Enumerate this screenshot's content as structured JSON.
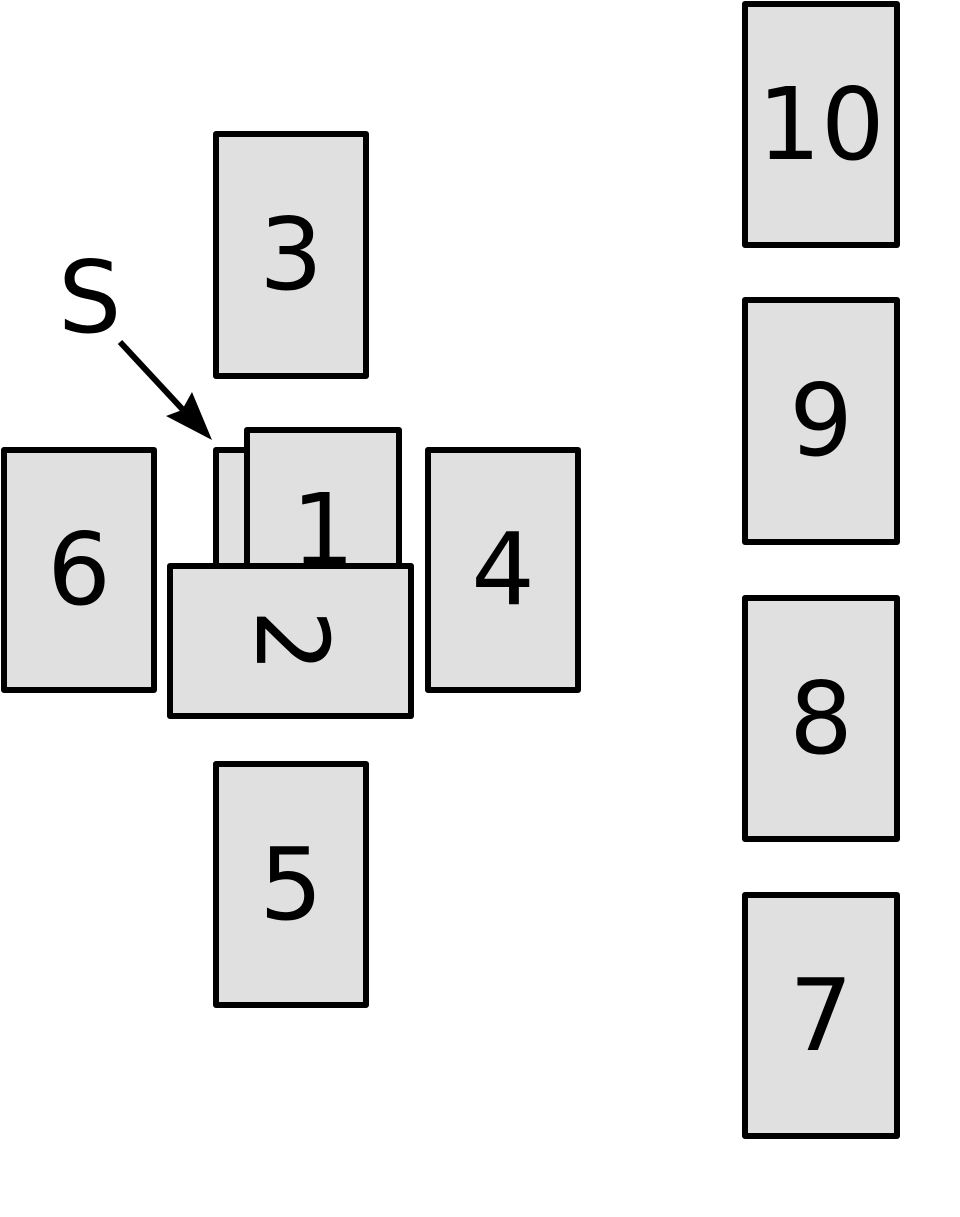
{
  "diagram": {
    "significator_label": "S",
    "cards": [
      {
        "id": "1",
        "label": "1"
      },
      {
        "id": "2",
        "label": "2"
      },
      {
        "id": "3",
        "label": "3"
      },
      {
        "id": "4",
        "label": "4"
      },
      {
        "id": "5",
        "label": "5"
      },
      {
        "id": "6",
        "label": "6"
      },
      {
        "id": "7",
        "label": "7"
      },
      {
        "id": "8",
        "label": "8"
      },
      {
        "id": "9",
        "label": "9"
      },
      {
        "id": "10",
        "label": "10"
      }
    ],
    "card_fill": "#e0e0e0",
    "card_stroke": "#000000"
  }
}
